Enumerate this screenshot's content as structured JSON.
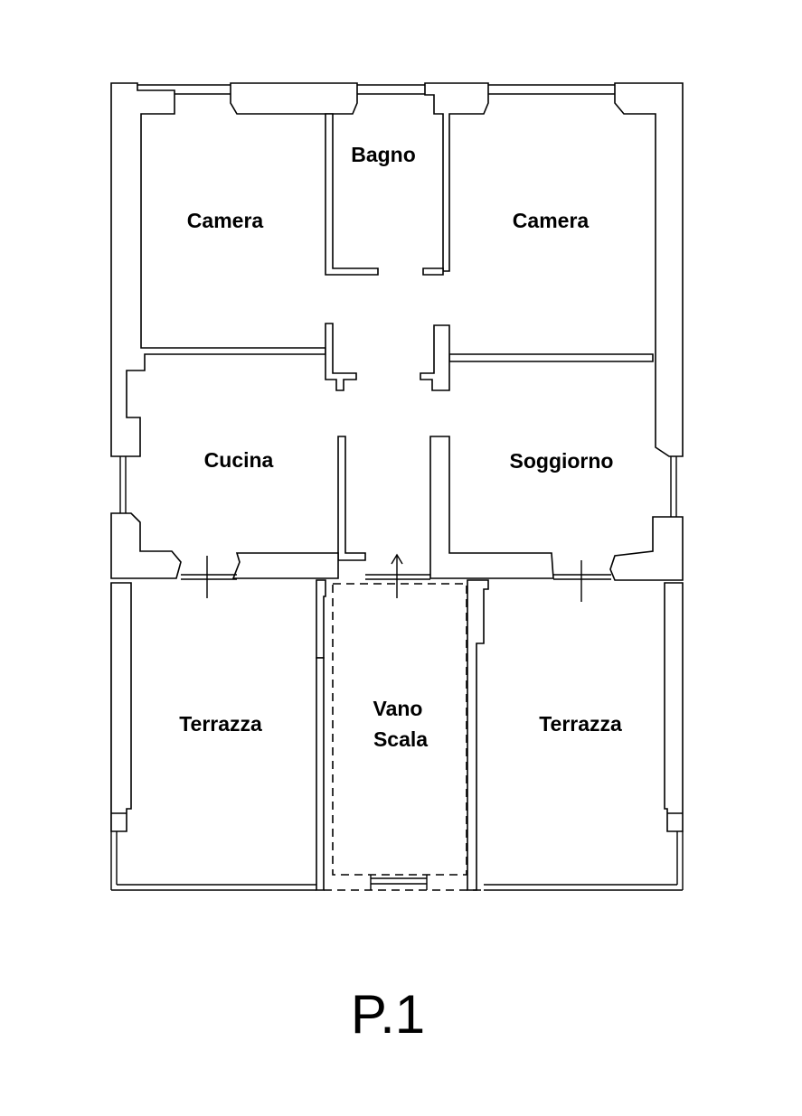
{
  "rooms": {
    "bagno": "Bagno",
    "camera_left": "Camera",
    "camera_right": "Camera",
    "cucina": "Cucina",
    "soggiorno": "Soggiorno",
    "terrazza_left": "Terrazza",
    "terrazza_right": "Terrazza",
    "vano_scala_line1": "Vano",
    "vano_scala_line2": "Scala"
  },
  "floor_label": "P.1"
}
